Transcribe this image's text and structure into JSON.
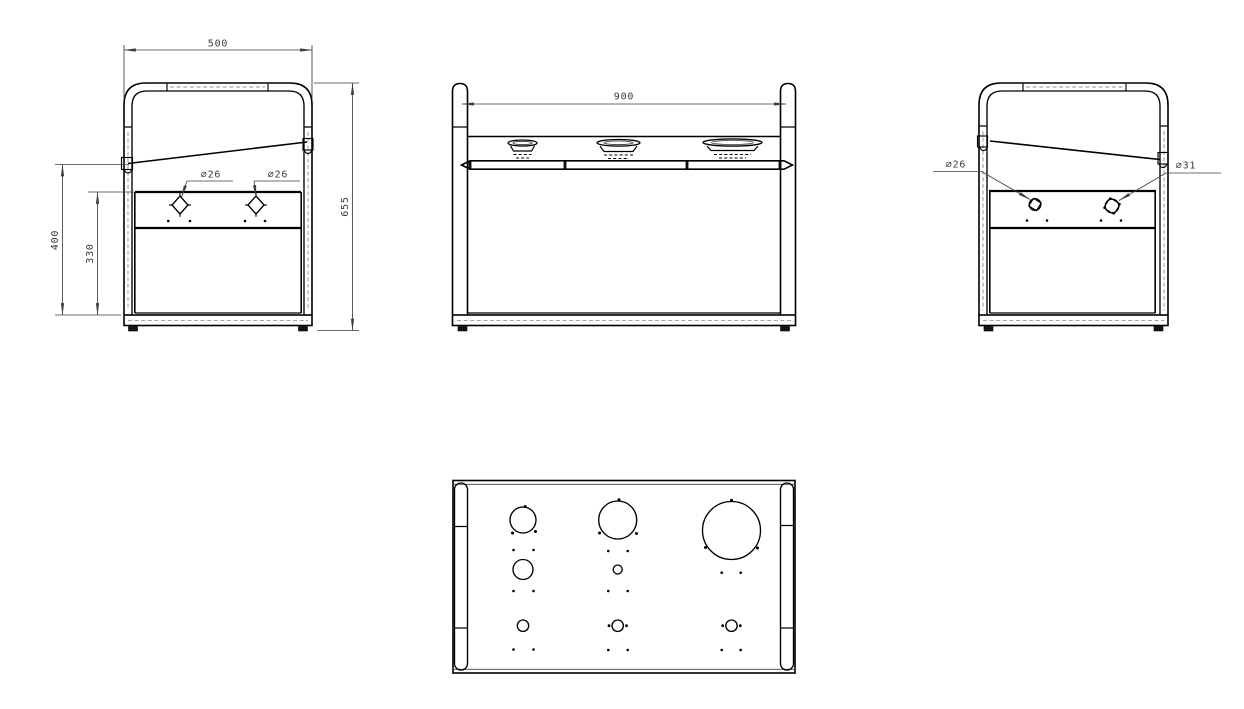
{
  "colors": {
    "object_line": "#000000",
    "dim_line": "#3f3f3f",
    "text": "#3a3a3a",
    "background": "#ffffff"
  },
  "views": {
    "left_side": {
      "width_mm": "500",
      "height_mm": "655",
      "knob_axis_height_mm": "400",
      "panel_top_height_mm": "330",
      "knob_left_label": "∅26",
      "knob_right_label": "∅26"
    },
    "front": {
      "width_mm": "900"
    },
    "right_side": {
      "knob_small_label": "∅26",
      "knob_large_label": "∅31"
    }
  }
}
